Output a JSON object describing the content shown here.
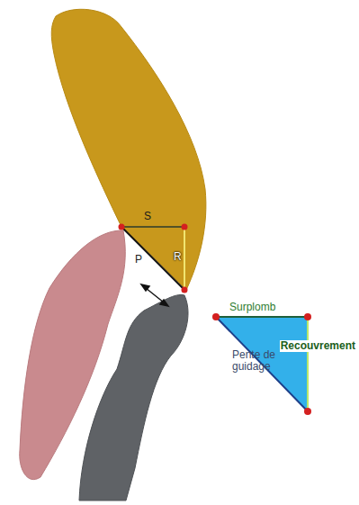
{
  "diagram": {
    "labels": [
      "S",
      "R",
      "P",
      "Surplomb",
      "Recouvrement",
      "Pente de guidage"
    ]
  }
}
